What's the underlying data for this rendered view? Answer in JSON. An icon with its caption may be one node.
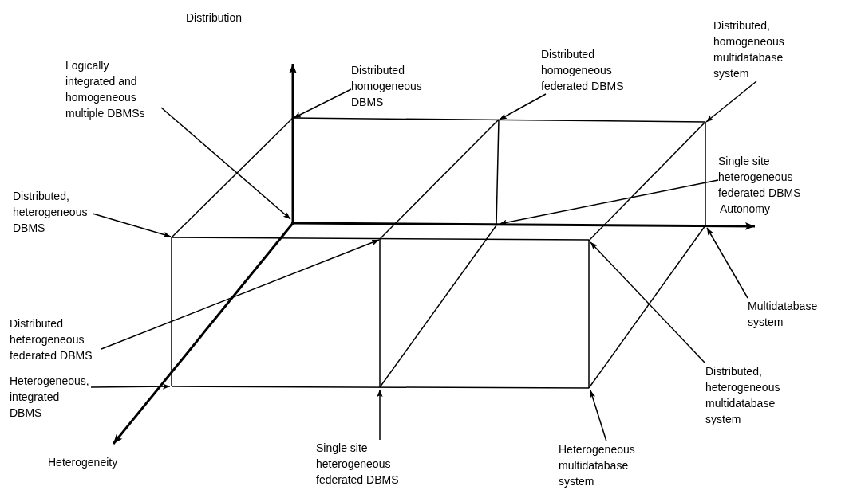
{
  "diagram": {
    "nodes": [
      {
        "text": [
          "Distributed homogeneous DBMS"
        ]
      },
      {
        "text": [
          "Distributed homogeneous federated DBMS"
        ]
      },
      {
        "text": [
          "Distributed, homogeneous multidatabase system"
        ]
      },
      {
        "text": [
          "Logically integrated and homogeneous multiple DBMSs"
        ]
      },
      {
        "text": [
          "Distributed, heterogeneous DBMS"
        ]
      },
      {
        "text": [
          "Single site heterogeneous federated DBMS"
        ]
      },
      {
        "text": [
          "Distributed heterogeneous federated DBMS"
        ]
      },
      {
        "text": [
          "Multidatabase system"
        ]
      },
      {
        "text": [
          "Heterogeneous, integrated DBMS"
        ]
      },
      {
        "text": [
          "Distributed, heterogeneous multidatabase system"
        ]
      },
      {
        "text": [
          "Single site heterogeneous federated DBMS"
        ]
      },
      {
        "text": [
          "Heterogeneous multidatabase system"
        ]
      }
    ],
    "edges": [
      {
        "from": 0,
        "to": null,
        "arrow": "to"
      },
      {
        "from": 1,
        "to": null,
        "arrow": "to"
      },
      {
        "from": 2,
        "to": null,
        "arrow": "to"
      },
      {
        "from": 3,
        "to": null,
        "arrow": "to"
      },
      {
        "from": 4,
        "to": null,
        "arrow": "to"
      },
      {
        "from": 5,
        "to": null,
        "arrow": "to"
      },
      {
        "from": 6,
        "to": null,
        "arrow": "to"
      },
      {
        "from": 7,
        "to": null,
        "arrow": "to"
      },
      {
        "from": 8,
        "to": null,
        "arrow": "to"
      },
      {
        "from": 9,
        "to": null,
        "arrow": "to"
      },
      {
        "from": 10,
        "to": null,
        "arrow": "to"
      },
      {
        "from": 11,
        "to": null,
        "arrow": "to"
      }
    ],
    "labels": [
      "Distribution",
      "Autonomy",
      "Heterogeneity"
    ]
  }
}
